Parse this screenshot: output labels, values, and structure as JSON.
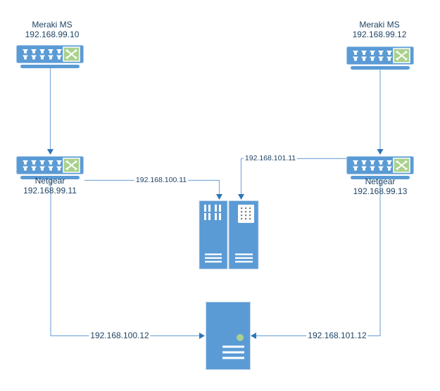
{
  "colors": {
    "device_blue": "#5B9BD5",
    "device_border": "#A8C9E8",
    "port_green": "#A9D18D",
    "line_blue": "#7EACD9",
    "arrow_blue": "#2E75B6",
    "label_text": "#1F4365",
    "vent_dot_gray": "#808080"
  },
  "nodes": {
    "meraki_left": {
      "name": "Meraki MS",
      "ip": "192.168.99.10",
      "icon": "switch-icon"
    },
    "meraki_right": {
      "name": "Meraki MS",
      "ip": "192.168.99.12",
      "icon": "switch-icon"
    },
    "netgear_left": {
      "name": "Netgear",
      "ip": "192.168.99.11",
      "icon": "switch-icon"
    },
    "netgear_right": {
      "name": "Netgear",
      "ip": "192.168.99.13",
      "icon": "switch-icon"
    },
    "rack_pair": {
      "icon": "rack-servers-icon"
    },
    "server_bottom": {
      "icon": "tower-server-icon"
    }
  },
  "links": {
    "netgear_left_to_rack": {
      "label": "192.168.100.11"
    },
    "netgear_right_to_rack": {
      "label": "192.168.101.11"
    },
    "netgear_left_to_server": {
      "label": "192.168.100.12"
    },
    "netgear_right_to_server": {
      "label": "192.168.101.12"
    }
  }
}
